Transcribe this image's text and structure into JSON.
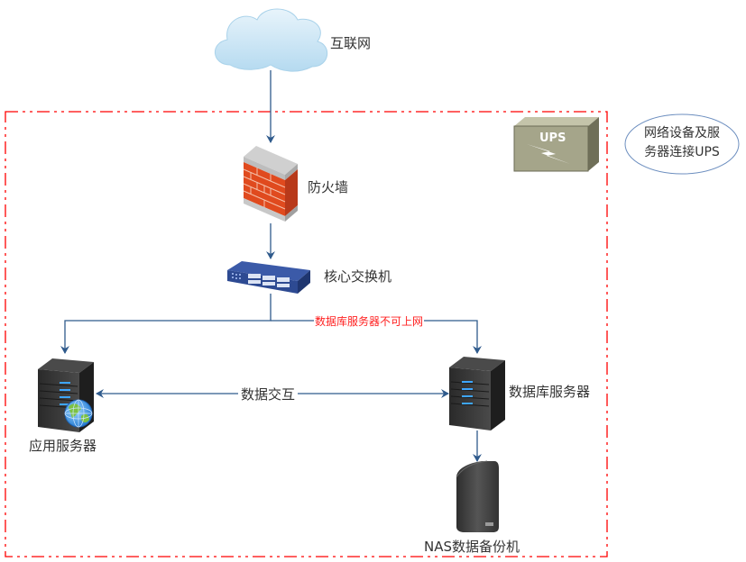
{
  "diagram": {
    "title": "网络拓扑图",
    "nodes": {
      "internet": {
        "label": "互联网",
        "icon": "cloud-icon"
      },
      "firewall": {
        "label": "防火墙",
        "icon": "firewall-icon"
      },
      "core_switch": {
        "label": "核心交换机",
        "icon": "switch-icon"
      },
      "app_server": {
        "label": "应用服务器",
        "icon": "web-server-icon"
      },
      "db_server": {
        "label": "数据库服务器",
        "icon": "server-icon"
      },
      "nas": {
        "label": "NAS数据备份机",
        "icon": "nas-icon"
      },
      "ups": {
        "label": "UPS",
        "icon": "ups-icon"
      }
    },
    "note": {
      "line1": "网络设备及服",
      "line2": "务器连接UPS"
    },
    "edges": {
      "data_exchange": {
        "label": "数据交互"
      },
      "db_no_internet": {
        "label": "数据库服务器不可上网"
      }
    },
    "colors": {
      "boundary": "#ff0000",
      "connector": "#2f5a8c",
      "note_border": "#6c8ebf",
      "warning_text": "#ff2020"
    }
  }
}
